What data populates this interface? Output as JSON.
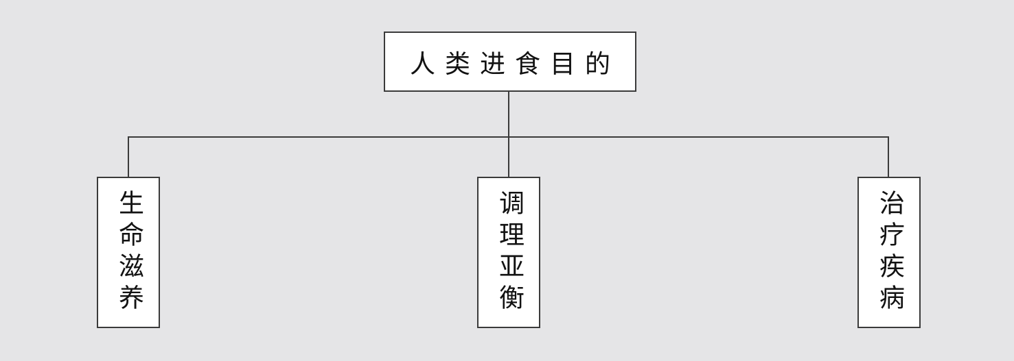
{
  "colors": {
    "background": "#e5e5e7",
    "box_fill": "#ffffff",
    "line_and_border": "#3a3a3a",
    "text": "#121212"
  },
  "diagram": {
    "type": "tree",
    "root": {
      "label": "人类进食目的"
    },
    "children": [
      {
        "label": "生命滋养"
      },
      {
        "label": "调理亚衡"
      },
      {
        "label": "治疗疾病"
      }
    ]
  }
}
